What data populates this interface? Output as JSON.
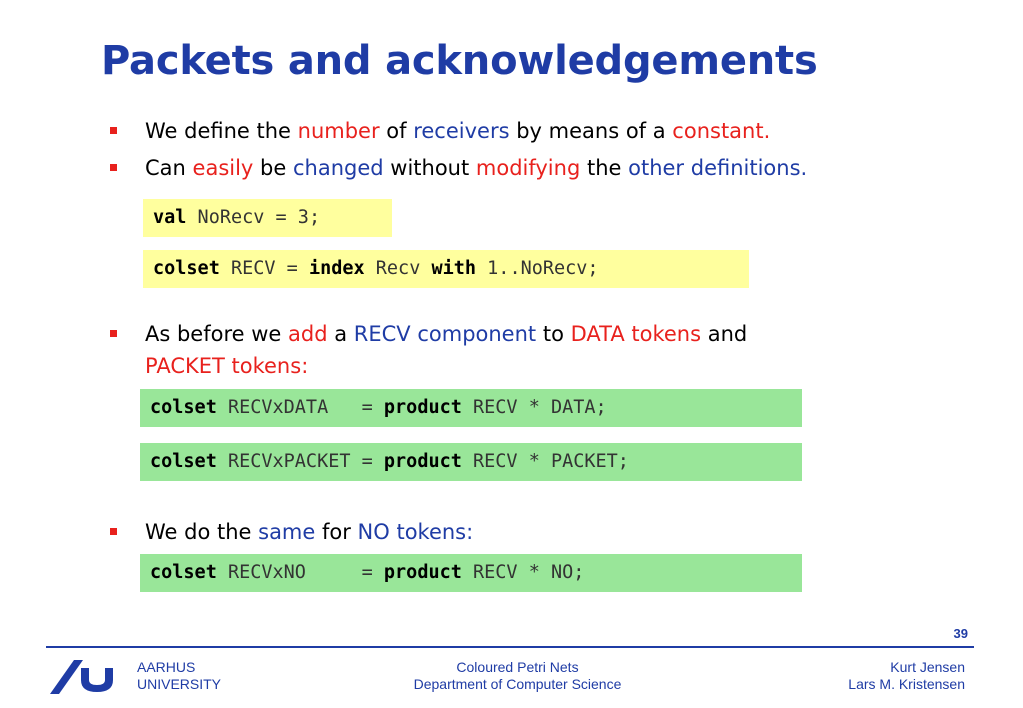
{
  "title": "Packets and acknowledgements",
  "bullets": [
    {
      "lines": [
        [
          {
            "t": "We define the ",
            "c": ""
          },
          {
            "t": "number",
            "c": "r"
          },
          {
            "t": " of ",
            "c": ""
          },
          {
            "t": "receivers",
            "c": "b"
          },
          {
            "t": " by means of a ",
            "c": ""
          },
          {
            "t": "constant.",
            "c": "r"
          }
        ]
      ]
    },
    {
      "lines": [
        [
          {
            "t": "Can ",
            "c": ""
          },
          {
            "t": "easily",
            "c": "r"
          },
          {
            "t": " be ",
            "c": ""
          },
          {
            "t": "changed",
            "c": "b"
          },
          {
            "t": " without ",
            "c": ""
          },
          {
            "t": "modifying",
            "c": "r"
          },
          {
            "t": " the ",
            "c": ""
          },
          {
            "t": "other definitions.",
            "c": "b"
          }
        ]
      ]
    },
    {
      "lines": [
        [
          {
            "t": "As before we ",
            "c": ""
          },
          {
            "t": "add",
            "c": "r"
          },
          {
            "t": " a ",
            "c": ""
          },
          {
            "t": "RECV component",
            "c": "b"
          },
          {
            "t": " to ",
            "c": ""
          },
          {
            "t": "DATA tokens",
            "c": "r"
          },
          {
            "t": " and",
            "c": ""
          }
        ],
        [
          {
            "t": "PACKET tokens:",
            "c": "r"
          }
        ]
      ]
    },
    {
      "lines": [
        [
          {
            "t": "We do the ",
            "c": ""
          },
          {
            "t": "same",
            "c": "b"
          },
          {
            "t": " for ",
            "c": ""
          },
          {
            "t": "NO tokens:",
            "c": "b"
          }
        ]
      ]
    }
  ],
  "code_boxes": [
    [
      {
        "t": "val",
        "k": true
      },
      {
        "t": " NoRecv = 3;",
        "k": false
      }
    ],
    [
      {
        "t": "colset",
        "k": true
      },
      {
        "t": " RECV = ",
        "k": false
      },
      {
        "t": "index",
        "k": true
      },
      {
        "t": " Recv ",
        "k": false
      },
      {
        "t": "with",
        "k": true
      },
      {
        "t": " 1..NoRecv;",
        "k": false
      }
    ],
    [
      {
        "t": "colset",
        "k": true
      },
      {
        "t": " RECVxDATA   = ",
        "k": false
      },
      {
        "t": "product",
        "k": true
      },
      {
        "t": " RECV * DATA;",
        "k": false
      }
    ],
    [
      {
        "t": "colset",
        "k": true
      },
      {
        "t": " RECVxPACKET = ",
        "k": false
      },
      {
        "t": "product",
        "k": true
      },
      {
        "t": " RECV * PACKET;",
        "k": false
      }
    ],
    [
      {
        "t": "colset",
        "k": true
      },
      {
        "t": " RECVxNO     = ",
        "k": false
      },
      {
        "t": "product",
        "k": true
      },
      {
        "t": " RECV * NO;",
        "k": false
      }
    ]
  ],
  "footer": {
    "page_number": "39",
    "university_line1": "AARHUS",
    "university_line2": "UNIVERSITY",
    "course": "Coloured Petri Nets",
    "department": "Department of Computer Science",
    "author1": "Kurt Jensen",
    "author2": "Lars M. Kristensen"
  },
  "colors": {
    "title_blue": "#1f3ca5",
    "highlight_red": "#e8211d",
    "code_yellow": "#ffff9e",
    "code_green": "#99e699"
  }
}
